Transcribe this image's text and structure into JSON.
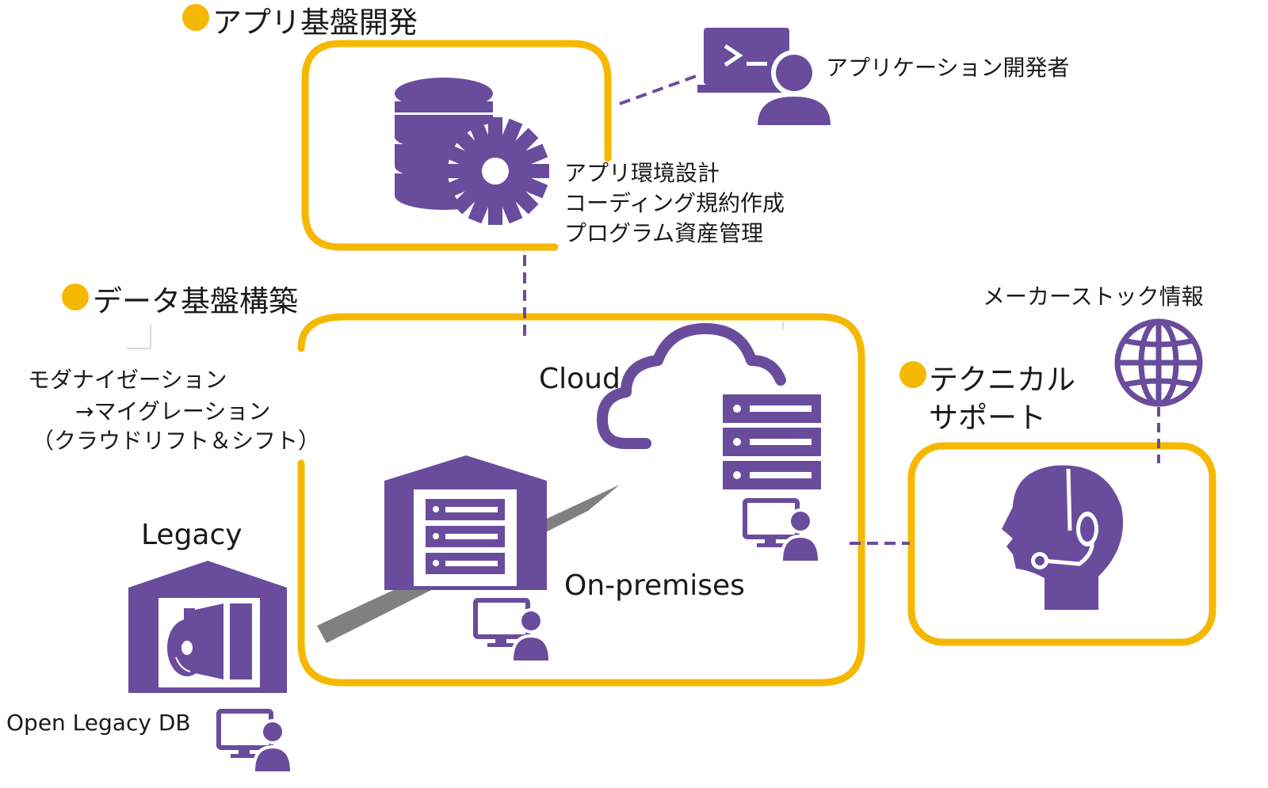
{
  "sections": {
    "app_platform": {
      "title": "アプリ基盤開発"
    },
    "data_platform": {
      "title": "データ基盤構築"
    },
    "tech_support": {
      "title_line1": "テクニカル",
      "title_line2": "サポート"
    }
  },
  "app_box": {
    "tasks": [
      "アプリ環境設計",
      "コーディング規約作成",
      "プログラム資産管理"
    ]
  },
  "app_developer": {
    "label": "アプリケーション開発者"
  },
  "maker_stock": {
    "label": "メーカーストック情報"
  },
  "migration": {
    "line1": "モダナイゼーション",
    "line2": "→マイグレーション",
    "line3": "（クラウドリフト＆シフト）"
  },
  "cloud": {
    "label": "Cloud"
  },
  "onprem": {
    "label": "On-premises"
  },
  "legacy": {
    "label": "Legacy"
  },
  "open_legacy": {
    "label": "Open Legacy DB"
  },
  "colors": {
    "accent": "#f5b800",
    "icon": "#6a4c9c",
    "arrow": "#808080"
  },
  "icons": [
    "database-gear-icon",
    "laptop-terminal-user-icon",
    "cloud-server-icon",
    "warehouse-server-icon",
    "warehouse-legacy-icon",
    "monitor-user-icon",
    "globe-icon",
    "headset-person-icon"
  ]
}
